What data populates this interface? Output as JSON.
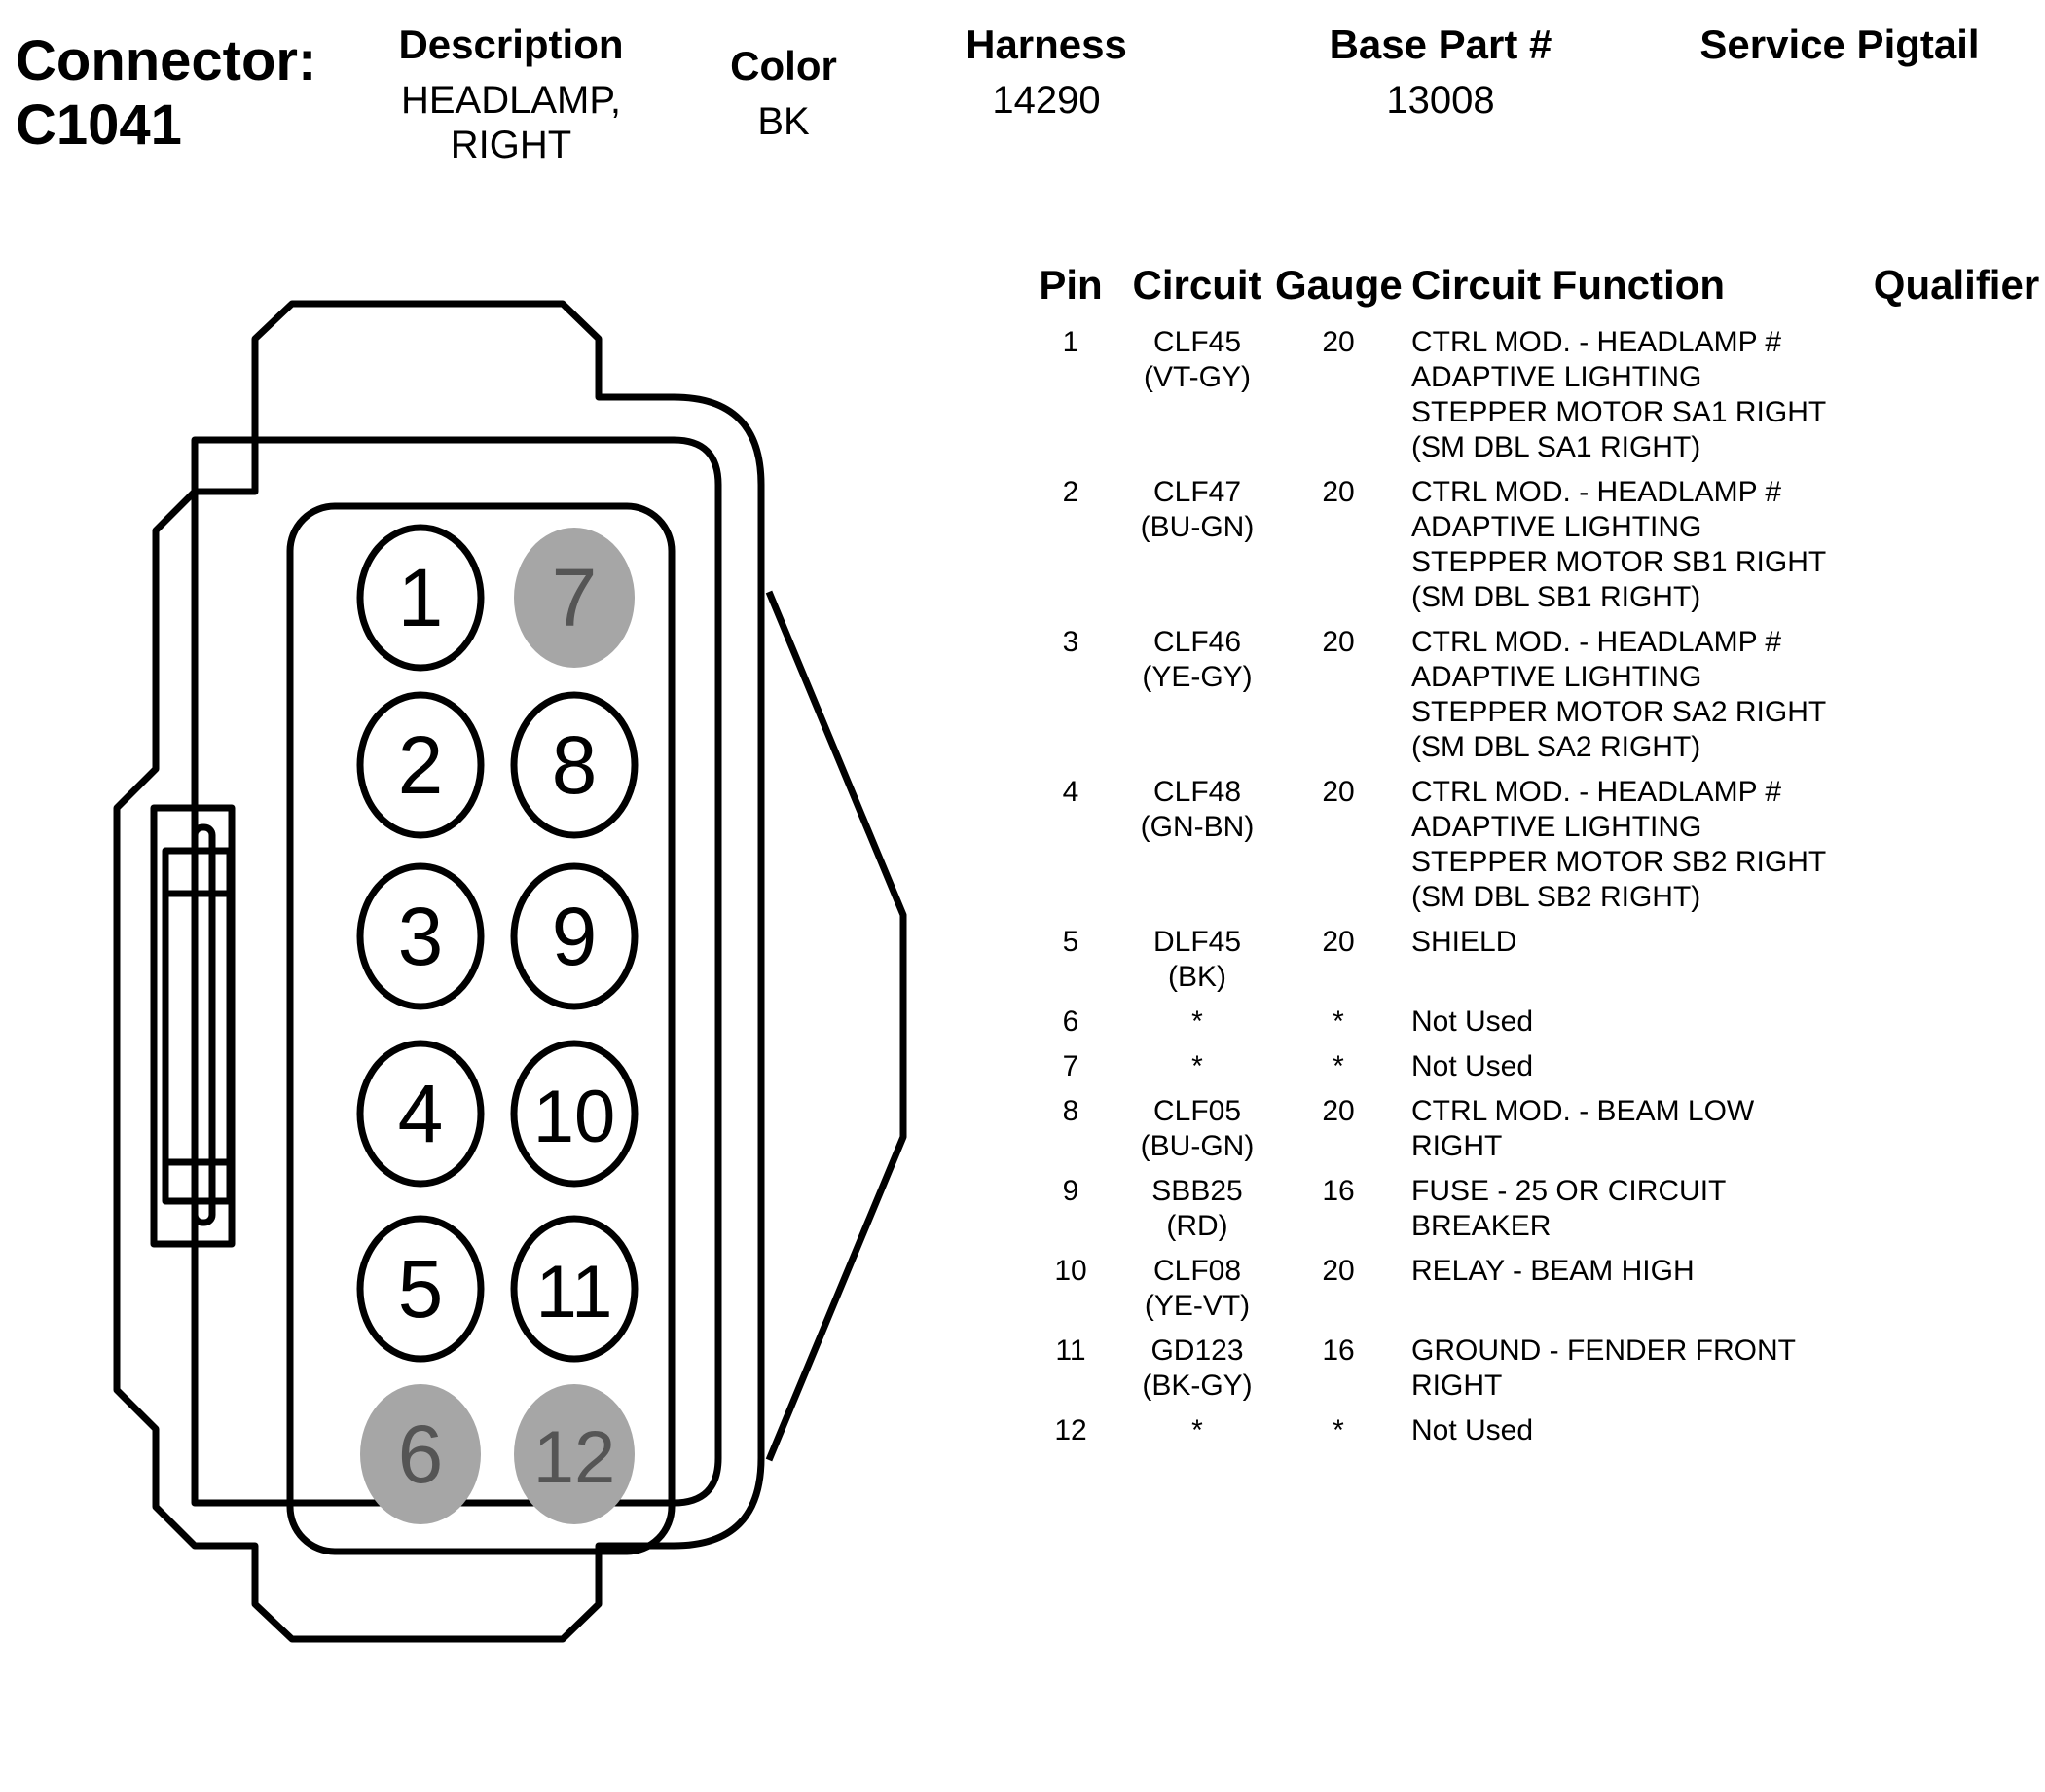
{
  "header": {
    "connector_label": "Connector:",
    "connector_id": "C1041",
    "description_label": "Description",
    "description_value": "HEADLAMP,\nRIGHT",
    "color_label": "Color",
    "color_value": "BK",
    "harness_label": "Harness",
    "harness_value": "14290",
    "base_part_label": "Base Part #",
    "base_part_value": "13008",
    "service_pigtail_label": "Service Pigtail"
  },
  "connector": {
    "pins": [
      {
        "label": "1",
        "used": true
      },
      {
        "label": "2",
        "used": true
      },
      {
        "label": "3",
        "used": true
      },
      {
        "label": "4",
        "used": true
      },
      {
        "label": "5",
        "used": true
      },
      {
        "label": "6",
        "used": false
      },
      {
        "label": "7",
        "used": false
      },
      {
        "label": "8",
        "used": true
      },
      {
        "label": "9",
        "used": true
      },
      {
        "label": "10",
        "used": true
      },
      {
        "label": "11",
        "used": true
      },
      {
        "label": "12",
        "used": false
      }
    ],
    "colors": {
      "used_fill": "#ffffff",
      "unused_fill": "#a6a6a6",
      "unused_text": "#555555",
      "stroke": "#000000"
    }
  },
  "table": {
    "headers": {
      "pin": "Pin",
      "circuit": "Circuit",
      "gauge": "Gauge",
      "function": "Circuit Function",
      "qualifier": "Qualifier"
    },
    "rows": [
      {
        "pin": "1",
        "circuit": "CLF45\n(VT-GY)",
        "gauge": "20",
        "function": "CTRL MOD. - HEADLAMP #\nADAPTIVE LIGHTING\nSTEPPER MOTOR SA1 RIGHT\n(SM DBL SA1 RIGHT)",
        "qualifier": ""
      },
      {
        "pin": "2",
        "circuit": "CLF47\n(BU-GN)",
        "gauge": "20",
        "function": "CTRL MOD. - HEADLAMP #\nADAPTIVE LIGHTING\nSTEPPER MOTOR SB1 RIGHT\n(SM DBL SB1 RIGHT)",
        "qualifier": ""
      },
      {
        "pin": "3",
        "circuit": "CLF46\n(YE-GY)",
        "gauge": "20",
        "function": "CTRL MOD. - HEADLAMP #\nADAPTIVE LIGHTING\nSTEPPER MOTOR SA2 RIGHT\n(SM DBL SA2 RIGHT)",
        "qualifier": ""
      },
      {
        "pin": "4",
        "circuit": "CLF48\n(GN-BN)",
        "gauge": "20",
        "function": "CTRL MOD. - HEADLAMP #\nADAPTIVE LIGHTING\nSTEPPER MOTOR SB2 RIGHT\n(SM DBL SB2 RIGHT)",
        "qualifier": ""
      },
      {
        "pin": "5",
        "circuit": "DLF45\n(BK)",
        "gauge": "20",
        "function": "SHIELD",
        "qualifier": ""
      },
      {
        "pin": "6",
        "circuit": "*",
        "gauge": "*",
        "function": "Not Used",
        "qualifier": ""
      },
      {
        "pin": "7",
        "circuit": "*",
        "gauge": "*",
        "function": "Not Used",
        "qualifier": ""
      },
      {
        "pin": "8",
        "circuit": "CLF05\n(BU-GN)",
        "gauge": "20",
        "function": "CTRL MOD. - BEAM LOW\nRIGHT",
        "qualifier": ""
      },
      {
        "pin": "9",
        "circuit": "SBB25\n(RD)",
        "gauge": "16",
        "function": "FUSE - 25 OR CIRCUIT\nBREAKER",
        "qualifier": ""
      },
      {
        "pin": "10",
        "circuit": "CLF08\n(YE-VT)",
        "gauge": "20",
        "function": "RELAY - BEAM HIGH",
        "qualifier": ""
      },
      {
        "pin": "11",
        "circuit": "GD123\n(BK-GY)",
        "gauge": "16",
        "function": "GROUND - FENDER FRONT\nRIGHT",
        "qualifier": ""
      },
      {
        "pin": "12",
        "circuit": "*",
        "gauge": "*",
        "function": "Not Used",
        "qualifier": ""
      }
    ]
  }
}
